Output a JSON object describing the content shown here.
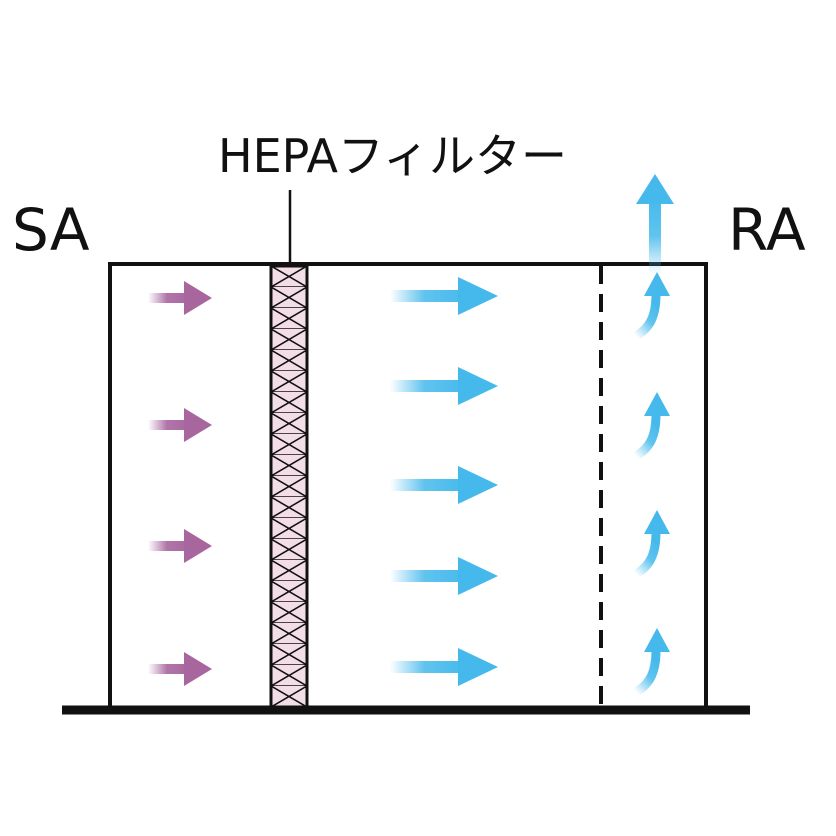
{
  "labels": {
    "supply": "SA",
    "return": "RA",
    "filter": "HEPAフィルター"
  },
  "arrows": {
    "supply_rows": 4,
    "flow_rows": 5,
    "return_rows": 4
  },
  "colors": {
    "supply_arrow": "#a8669f",
    "flow_arrow": "#45b9ec",
    "filter_fill": "#f3dde6",
    "outline": "#111111"
  }
}
